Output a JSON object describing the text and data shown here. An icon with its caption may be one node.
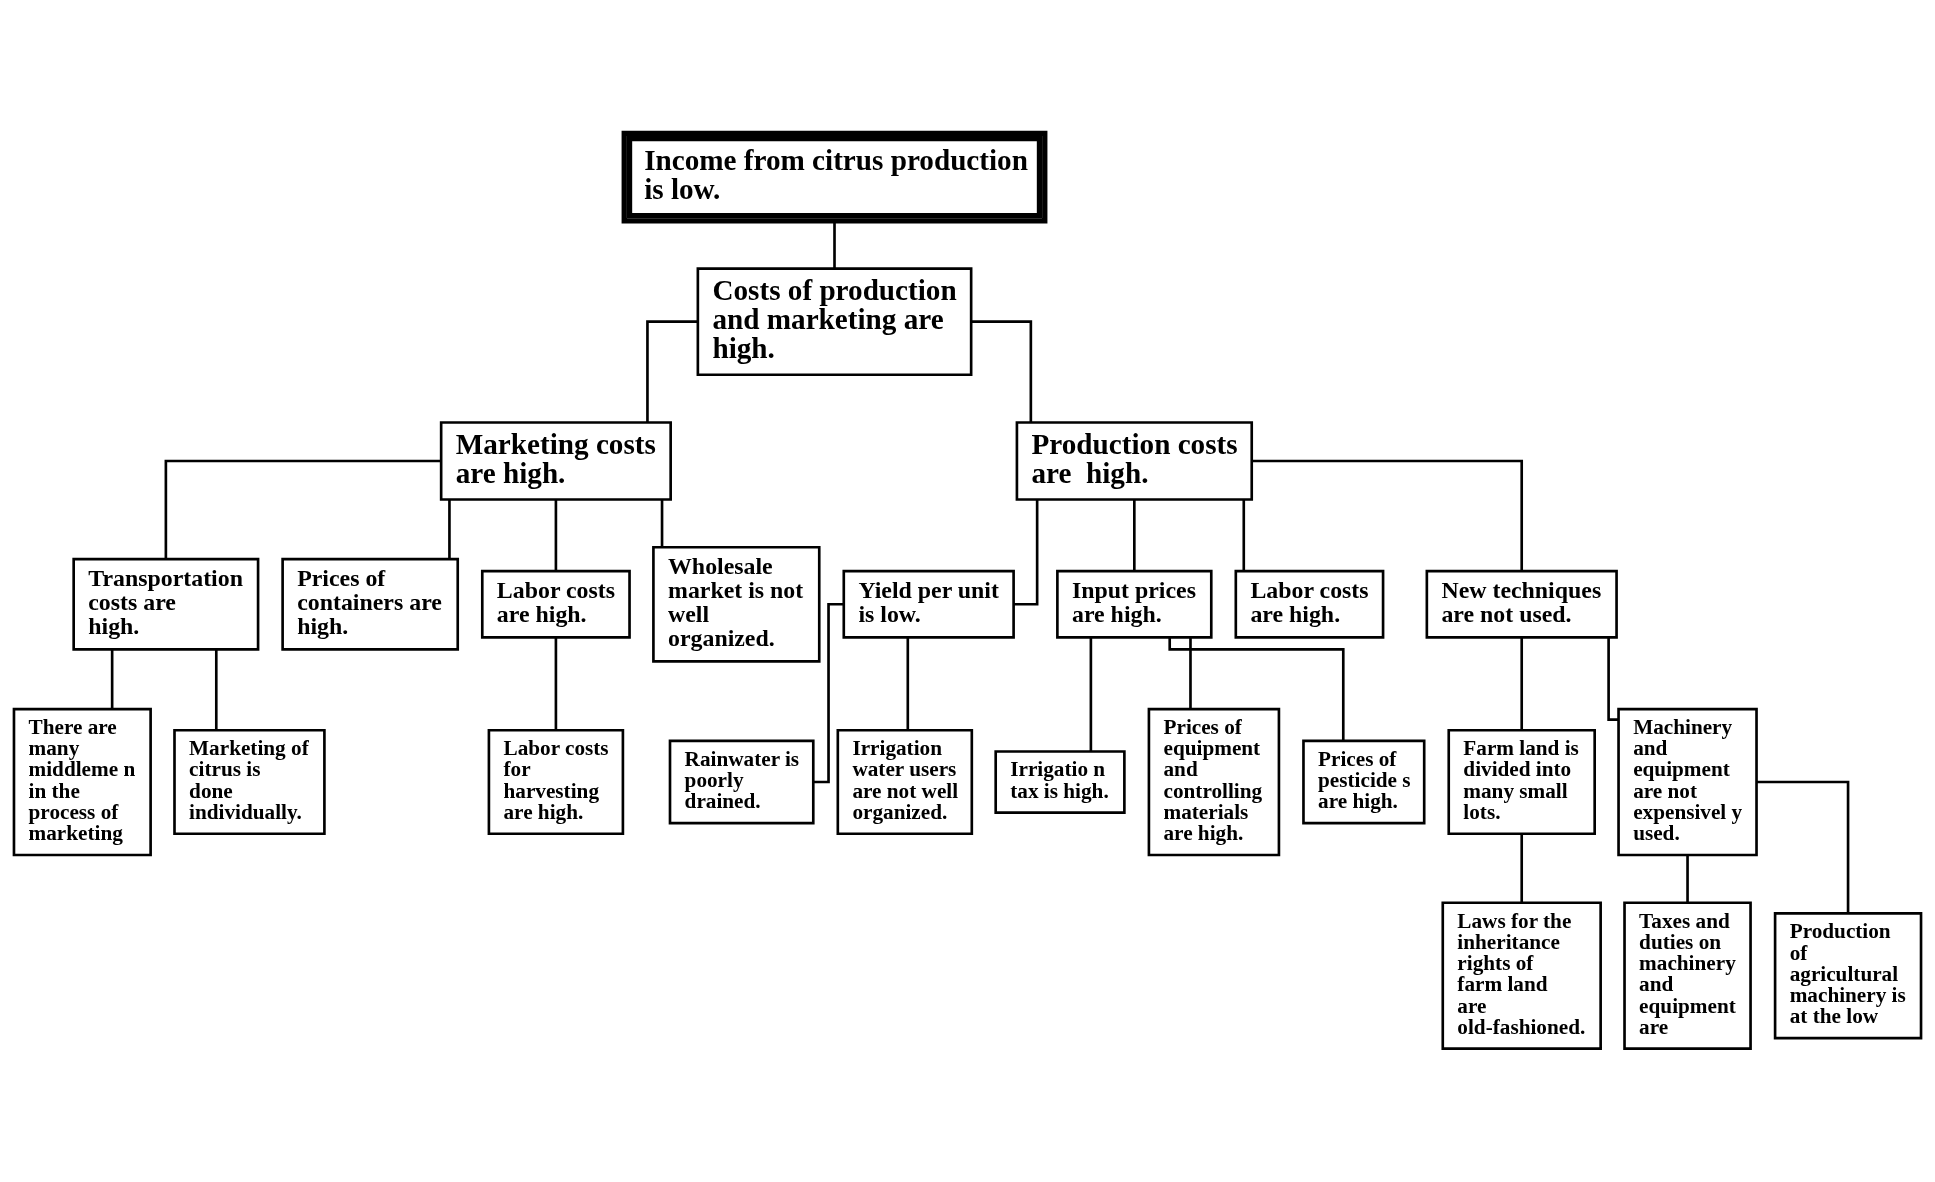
{
  "diagram": {
    "nodes": [
      {
        "text": [
          "Income from citrus production is low."
        ]
      },
      {
        "text": [
          "Costs of production and marketing are high."
        ]
      },
      {
        "text": [
          "Marketing costs are high."
        ]
      },
      {
        "text": [
          "Production costs are  high."
        ]
      },
      {
        "text": [
          "Transportation costs are high."
        ]
      },
      {
        "text": [
          "Prices of containers are high."
        ]
      },
      {
        "text": [
          "Labor costs are high."
        ]
      },
      {
        "text": [
          "Wholesale market is not well organized."
        ]
      },
      {
        "text": [
          "Yield per unit is low."
        ]
      },
      {
        "text": [
          "Input prices are high."
        ]
      },
      {
        "text": [
          "Labor costs are high."
        ]
      },
      {
        "text": [
          "New techniques are not used."
        ]
      },
      {
        "text": [
          "There are many middleme n in the process of marketing"
        ]
      },
      {
        "text": [
          "Marketing of citrus is done individually."
        ]
      },
      {
        "text": [
          "Labor costs for harvesting are high."
        ]
      },
      {
        "text": [
          "Rainwater is poorly drained."
        ]
      },
      {
        "text": [
          "Irrigation water users are not well organized."
        ]
      },
      {
        "text": [
          "Irrigatio n tax is high."
        ]
      },
      {
        "text": [
          "Prices of equipment and controlling materials are high."
        ]
      },
      {
        "text": [
          "Prices of pesticide s are high."
        ]
      },
      {
        "text": [
          "Farm land is divided into many small lots."
        ]
      },
      {
        "text": [
          "Machinery and equipment are not expensivel y used."
        ]
      },
      {
        "text": [
          "Laws for the inheritance rights of farm land are old-fashioned."
        ]
      },
      {
        "text": [
          "Taxes and duties on machinery and equipment are"
        ]
      },
      {
        "text": [
          "Production of agricultural machinery is at the low"
        ]
      }
    ],
    "edges": [
      {
        "from": 0,
        "to": 1,
        "arrow": "none"
      },
      {
        "from": 1,
        "to": 2,
        "arrow": "none"
      },
      {
        "from": 1,
        "to": 3,
        "arrow": "none"
      },
      {
        "from": 2,
        "to": 4,
        "arrow": "none"
      },
      {
        "from": 2,
        "to": 5,
        "arrow": "none"
      },
      {
        "from": 2,
        "to": 6,
        "arrow": "none"
      },
      {
        "from": 2,
        "to": 7,
        "arrow": "none"
      },
      {
        "from": 3,
        "to": 8,
        "arrow": "none"
      },
      {
        "from": 3,
        "to": 9,
        "arrow": "none"
      },
      {
        "from": 3,
        "to": 10,
        "arrow": "none"
      },
      {
        "from": 3,
        "to": 11,
        "arrow": "none"
      },
      {
        "from": 4,
        "to": 12,
        "arrow": "none"
      },
      {
        "from": 4,
        "to": 13,
        "arrow": "none"
      },
      {
        "from": 6,
        "to": 14,
        "arrow": "none"
      },
      {
        "from": 8,
        "to": 15,
        "arrow": "none"
      },
      {
        "from": 8,
        "to": 16,
        "arrow": "none"
      },
      {
        "from": 9,
        "to": 17,
        "arrow": "none"
      },
      {
        "from": 9,
        "to": 18,
        "arrow": "none"
      },
      {
        "from": 9,
        "to": 19,
        "arrow": "none"
      },
      {
        "from": 11,
        "to": 20,
        "arrow": "none"
      },
      {
        "from": 11,
        "to": 21,
        "arrow": "none"
      },
      {
        "from": 20,
        "to": 22,
        "arrow": "none"
      },
      {
        "from": 21,
        "to": 23,
        "arrow": "none"
      },
      {
        "from": 21,
        "to": 24,
        "arrow": "none"
      }
    ]
  }
}
